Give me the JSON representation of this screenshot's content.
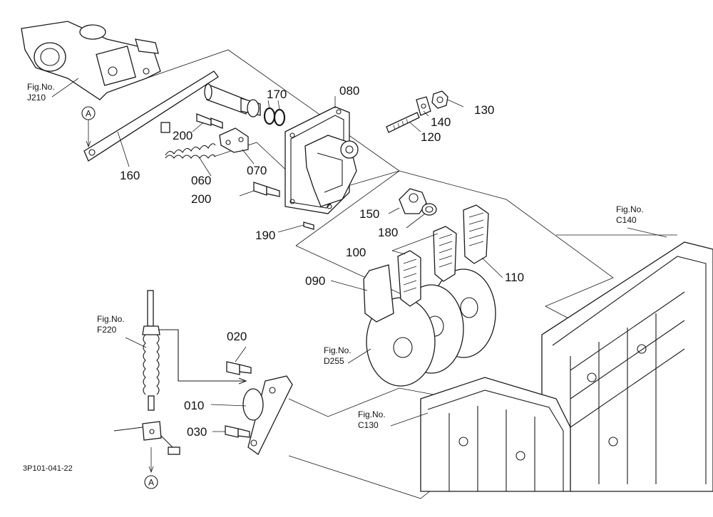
{
  "parts": {
    "p010": "010",
    "p020": "020",
    "p030": "030",
    "p060": "060",
    "p070": "070",
    "p080": "080",
    "p090": "090",
    "p100": "100",
    "p110": "110",
    "p120": "120",
    "p130": "130",
    "p140": "140",
    "p150": "150",
    "p160": "160",
    "p170": "170",
    "p180": "180",
    "p190": "190",
    "p200a": "200",
    "p200b": "200"
  },
  "figures": {
    "fig_no_label": "Fig.No.",
    "j210": "J210",
    "c140": "C140",
    "f220": "F220",
    "d255": "D255",
    "c130": "C130"
  },
  "markers": {
    "top": "A",
    "bottom": "A"
  },
  "footer": {
    "drawing_code": "3P101-041-22"
  },
  "colors": {
    "line": "#1a1a1a",
    "background": "#ffffff"
  }
}
